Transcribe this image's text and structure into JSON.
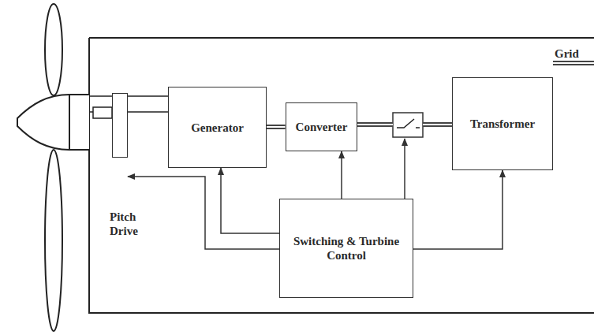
{
  "diagram": {
    "nodes": [
      {
        "text": [
          "Generator"
        ]
      },
      {
        "text": [
          "Converter"
        ]
      },
      {
        "text": [
          "Transformer"
        ]
      },
      {
        "text": [
          "Switching & Turbine Control"
        ]
      },
      {
        "text": [
          "Pitch Drive"
        ]
      }
    ],
    "edges": [
      {
        "from": 0,
        "to": 1,
        "arrow": "none"
      },
      {
        "from": 3,
        "to": 0,
        "arrow": "to"
      },
      {
        "from": 3,
        "to": 1,
        "arrow": "to"
      },
      {
        "from": 3,
        "to": 2,
        "arrow": "to"
      },
      {
        "from": 3,
        "to": 4,
        "arrow": "to"
      }
    ],
    "labels": [
      "Grid"
    ]
  }
}
